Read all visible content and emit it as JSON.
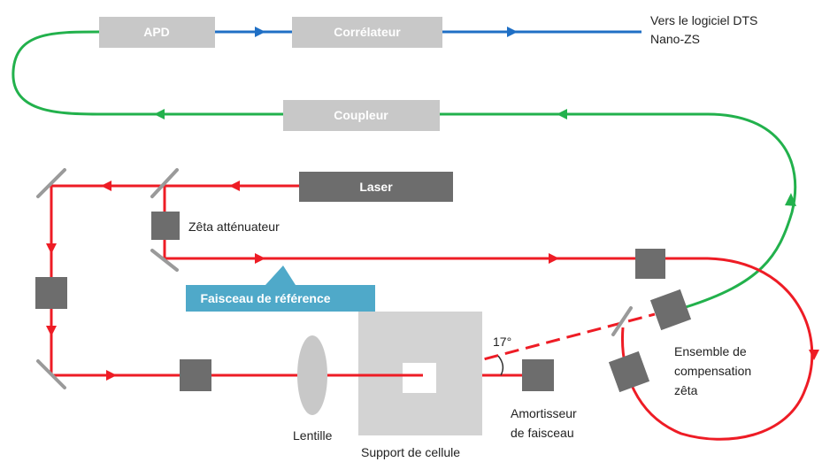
{
  "blocks": {
    "apd": "APD",
    "correlator": "Corrélateur",
    "coupler": "Coupleur",
    "laser": "Laser",
    "reference_beam": "Faisceau de référence"
  },
  "labels": {
    "software_line1": "Vers le logiciel DTS",
    "software_line2": "Nano-ZS",
    "zeta_attenuator": "Zêta atténuateur",
    "compensation_line1": "Ensemble de",
    "compensation_line2": "compensation",
    "compensation_line3": "zêta",
    "lens": "Lentille",
    "cell_support": "Support de cellule",
    "damper_line1": "Amortisseur",
    "damper_line2": "de faisceau",
    "angle": "17°"
  },
  "colors": {
    "laser_path": "#ee1c25",
    "fiber_path": "#22b14c",
    "signal_path": "#1f6fc5",
    "light_box": "#c8c8c8",
    "dark_box": "#6d6d6d",
    "callout": "#4fa9c9"
  }
}
